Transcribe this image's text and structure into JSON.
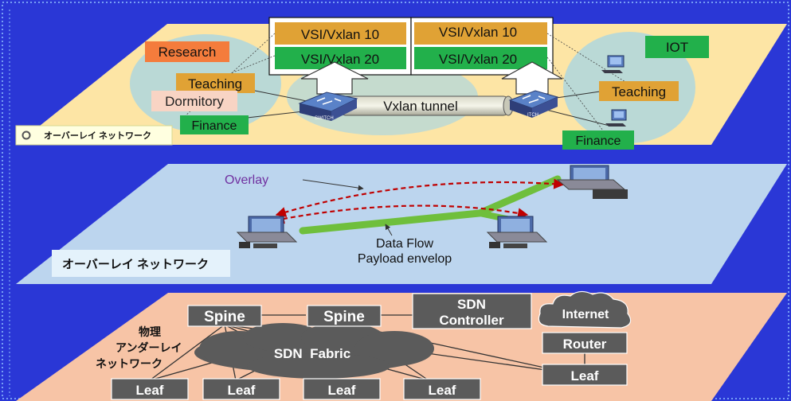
{
  "top_layer": {
    "vsi_left": [
      "VSI/Vxlan 10",
      "VSI/Vxlan 20"
    ],
    "vsi_right": [
      "VSI/Vxlan 10",
      "VSI/Vxlan 20"
    ],
    "research": "Research",
    "teaching_left": "Teaching",
    "dormitory": "Dormitory",
    "finance_left": "Finance",
    "caption": "オーバーレイ ネットワーク",
    "tunnel": "Vxlan tunnel",
    "switch_text_left": "SWITCH",
    "switch_text_right": "ITCH",
    "iot": "IOT",
    "teaching_right": "Teaching",
    "finance_right": "Finance"
  },
  "middle_layer": {
    "overlay": "Overlay",
    "data_flow": "Data Flow",
    "payload": "Payload envelop",
    "caption": "オーバーレイ ネットワーク"
  },
  "bottom_layer": {
    "spine_left": "Spine",
    "spine_right": "Spine",
    "sdn_controller_line1": "SDN",
    "sdn_controller_line2": "Controller",
    "internet": "Internet",
    "router": "Router",
    "leaf_right": "Leaf",
    "fabric": "SDN  Fabric",
    "leaves": [
      "Leaf",
      "Leaf",
      "Leaf",
      "Leaf"
    ],
    "caption_line1": "物理",
    "caption_line2": "アンダーレイ",
    "caption_line3": "ネットワーク"
  },
  "colors": {
    "background": "#2a37d6",
    "top_plane": "#fde5a5",
    "middle_plane": "#bcd5ee",
    "bottom_plane": "#f7c4a6",
    "vsi_orange": "#e0a235",
    "vsi_green": "#22b04b",
    "network_box": "#5b5b5b"
  }
}
